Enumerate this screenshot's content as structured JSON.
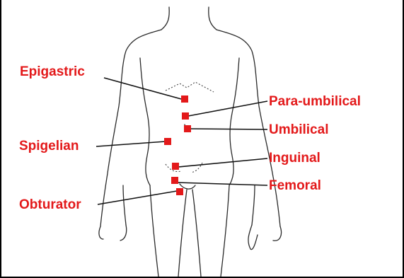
{
  "accent_color": "#e3191a",
  "labels": {
    "epigastric": "Epigastric",
    "spigelian": "Spigelian",
    "obturator": "Obturator",
    "para_umbilical": "Para-umbilical",
    "umbilical": "Umbilical",
    "inguinal": "Inguinal",
    "femoral": "Femoral"
  }
}
